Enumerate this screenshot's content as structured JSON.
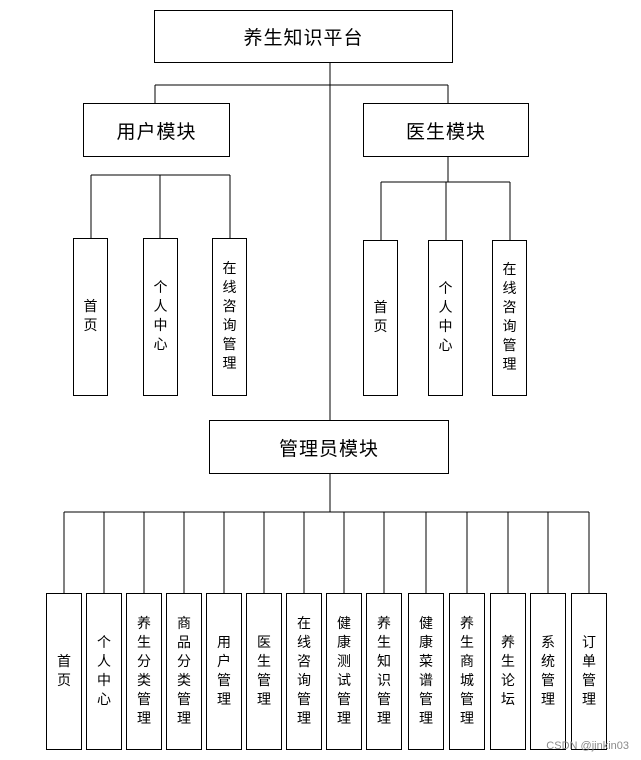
{
  "root": "养生知识平台",
  "modules": {
    "user": {
      "title": "用户模块",
      "items": [
        "首页",
        "个人中心",
        "在线咨询管理"
      ]
    },
    "doctor": {
      "title": "医生模块",
      "items": [
        "首页",
        "个人中心",
        "在线咨询管理"
      ]
    },
    "admin": {
      "title": "管理员模块",
      "items": [
        "首页",
        "个人中心",
        "养生分类管理",
        "商品分类管理",
        "用户管理",
        "医生管理",
        "在线咨询管理",
        "健康测试管理",
        "养生知识管理",
        "健康菜谱管理",
        "养生商城管理",
        "养生论坛",
        "系统管理",
        "订单管理"
      ]
    }
  },
  "watermark": "CSDN @jinkin03"
}
